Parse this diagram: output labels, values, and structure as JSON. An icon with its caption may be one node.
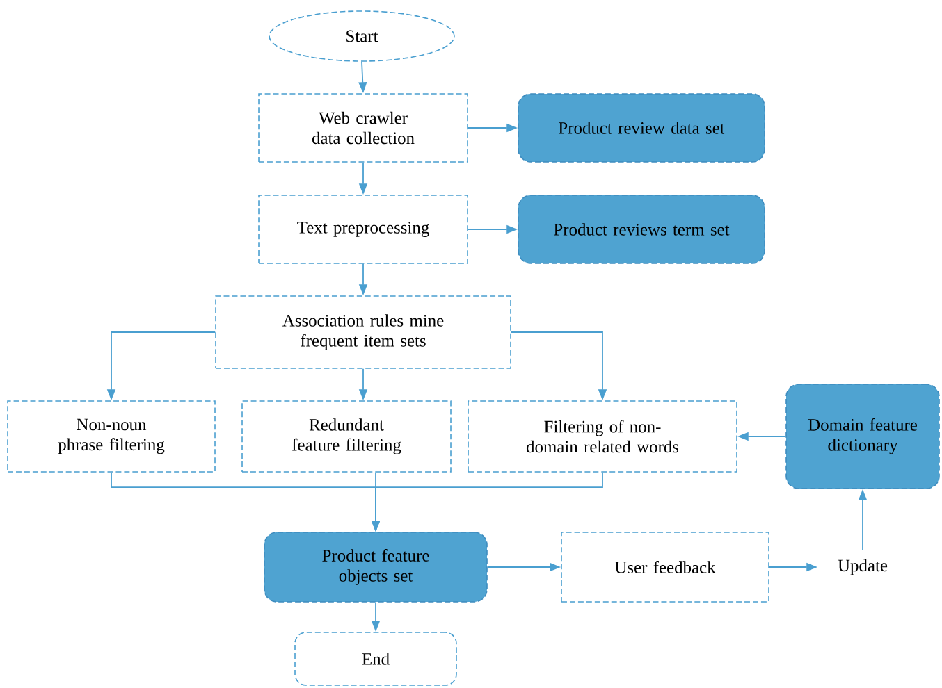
{
  "diagram": {
    "nodes": [
      {
        "text": [
          "Start"
        ]
      },
      {
        "text": [
          "Web crawler data collection"
        ]
      },
      {
        "text": [
          "Product review data set"
        ]
      },
      {
        "text": [
          "Text preprocessing"
        ]
      },
      {
        "text": [
          "Product reviews term set"
        ]
      },
      {
        "text": [
          "Association rules mine frequent item sets"
        ]
      },
      {
        "text": [
          "Non-noun phrase filtering"
        ]
      },
      {
        "text": [
          "Redundant feature filtering"
        ]
      },
      {
        "text": [
          "Filtering of non-domain related words"
        ]
      },
      {
        "text": [
          "Domain feature dictionary"
        ]
      },
      {
        "text": [
          "Product feature objects set"
        ]
      },
      {
        "text": [
          "User feedback"
        ]
      },
      {
        "text": [
          "Update"
        ]
      },
      {
        "text": [
          "End"
        ]
      }
    ],
    "edges": [
      {
        "from": 0,
        "to": 1,
        "arrow": "to"
      },
      {
        "from": 1,
        "to": 2,
        "arrow": "to"
      },
      {
        "from": 1,
        "to": 3,
        "arrow": "to"
      },
      {
        "from": 3,
        "to": 4,
        "arrow": "to"
      },
      {
        "from": 3,
        "to": 5,
        "arrow": "to"
      },
      {
        "from": 5,
        "to": 6,
        "arrow": "to"
      },
      {
        "from": 5,
        "to": 7,
        "arrow": "to"
      },
      {
        "from": 5,
        "to": 8,
        "arrow": "to"
      },
      {
        "from": 9,
        "to": 8,
        "arrow": "to"
      },
      {
        "from": 6,
        "to": 10,
        "arrow": "to"
      },
      {
        "from": 7,
        "to": 10,
        "arrow": "to"
      },
      {
        "from": 8,
        "to": 10,
        "arrow": "to"
      },
      {
        "from": 10,
        "to": 11,
        "arrow": "to"
      },
      {
        "from": 10,
        "to": 13,
        "arrow": "to"
      },
      {
        "from": 11,
        "to": 12,
        "arrow": "to"
      },
      {
        "from": 12,
        "to": 9,
        "arrow": "to"
      }
    ]
  }
}
